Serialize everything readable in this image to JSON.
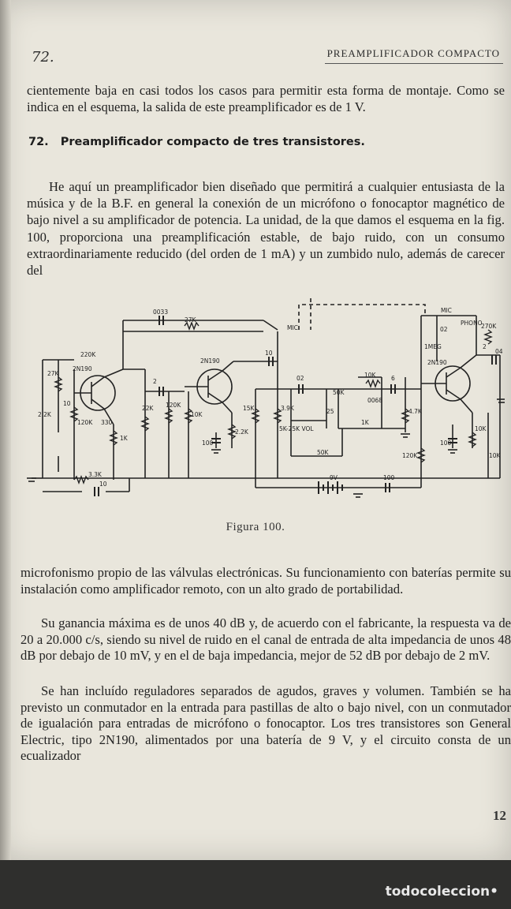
{
  "header": {
    "page_number": "72.",
    "running_title": "PREAMPLIFICADOR COMPACTO"
  },
  "intro_text": "cientemente baja en casi todos los casos para permitir esta forma de montaje. Como se indica en el esquema, la salida de este preamplificador es de 1 V.",
  "section": {
    "number": "72.",
    "title": "Preamplificador compacto de tres transistores."
  },
  "paragraph1": "He aquí un preamplificador bien diseñado que permitirá a cualquier entusiasta de la música y de la B.F. en general la conexión de un micrófono o fonocaptor magnético de bajo nivel a su amplificador de potencia. La unidad, de la que damos el esquema en la fig. 100, proporciona una preamplificación estable, de bajo ruido, con un consumo extraordinariamente reducido (del orden de 1 mA) y un zumbido nulo, además de carecer del",
  "figure": {
    "caption": "Figura 100.",
    "labels": {
      "c_top": "0033",
      "r_top": "27K",
      "mic1": "MIC",
      "mic2": "MIC",
      "phono": "PHONO",
      "r_270k": "270K",
      "c_02a": "02",
      "r_1meg": "1MEG",
      "c_2b": "2",
      "t1": "2N190",
      "t2": "2N190",
      "t3": "2N190",
      "r_220k": "220K",
      "r_27k": "27K",
      "r_2_2k": "2.2K",
      "c_10a": "10",
      "r_120k": "120K",
      "r_330": "330",
      "r_1k": "1K",
      "r_3_3k": "3.3K",
      "c_10b": "10",
      "c_2a": "2",
      "r_22k": "22K",
      "r_120k2": "120K",
      "r_10k": "10K",
      "c_100a": "100",
      "r_2_2k2": "2.2K",
      "r_15k": "15K",
      "r_3_9k": "3.9K",
      "c_10c": "10",
      "c_02b": "02",
      "r_50k": "50K",
      "r_10k2": "10K",
      "c_6": "6",
      "c_0068": "0068",
      "c_25": "25",
      "r_1k2": "1K",
      "r_4_7k": "4.7K",
      "vol": "5K-25K VOL",
      "r_50k2": "50K",
      "c_100b": "100",
      "r_10k3": "10K",
      "c_04": "04",
      "r_120k3": "120K",
      "r_10k4": "10K",
      "bat": "9V",
      "c_100c": "100"
    }
  },
  "paragraph2": "microfonismo propio de las válvulas electrónicas. Su funcionamiento con baterías permite su instalación como amplificador remoto, con un alto grado de portabilidad.",
  "paragraph3": "Su ganancia máxima es de unos 40 dB y, de acuerdo con el fabricante, la respuesta va de 20 a 20.000 c/s, siendo su nivel de ruido en el canal de entrada de alta impedancia de unos 48 dB por debajo de 10 mV, y en el de baja impedancia, mejor de 52 dB por debajo de 2 mV.",
  "paragraph4": "Se han incluído reguladores separados de agudos, graves y volumen. También se ha previsto un conmutador en la entrada para pastillas de alto o bajo nivel, con un conmutador de igualación para entradas de micrófono o fonocaptor. Los tres transistores son General Electric, tipo 2N190, alimentados por una batería de 9 V, y el circuito consta de un ecualizador",
  "footer_page": "12",
  "watermark": {
    "brand": "todocoleccion",
    "dot": "•"
  }
}
